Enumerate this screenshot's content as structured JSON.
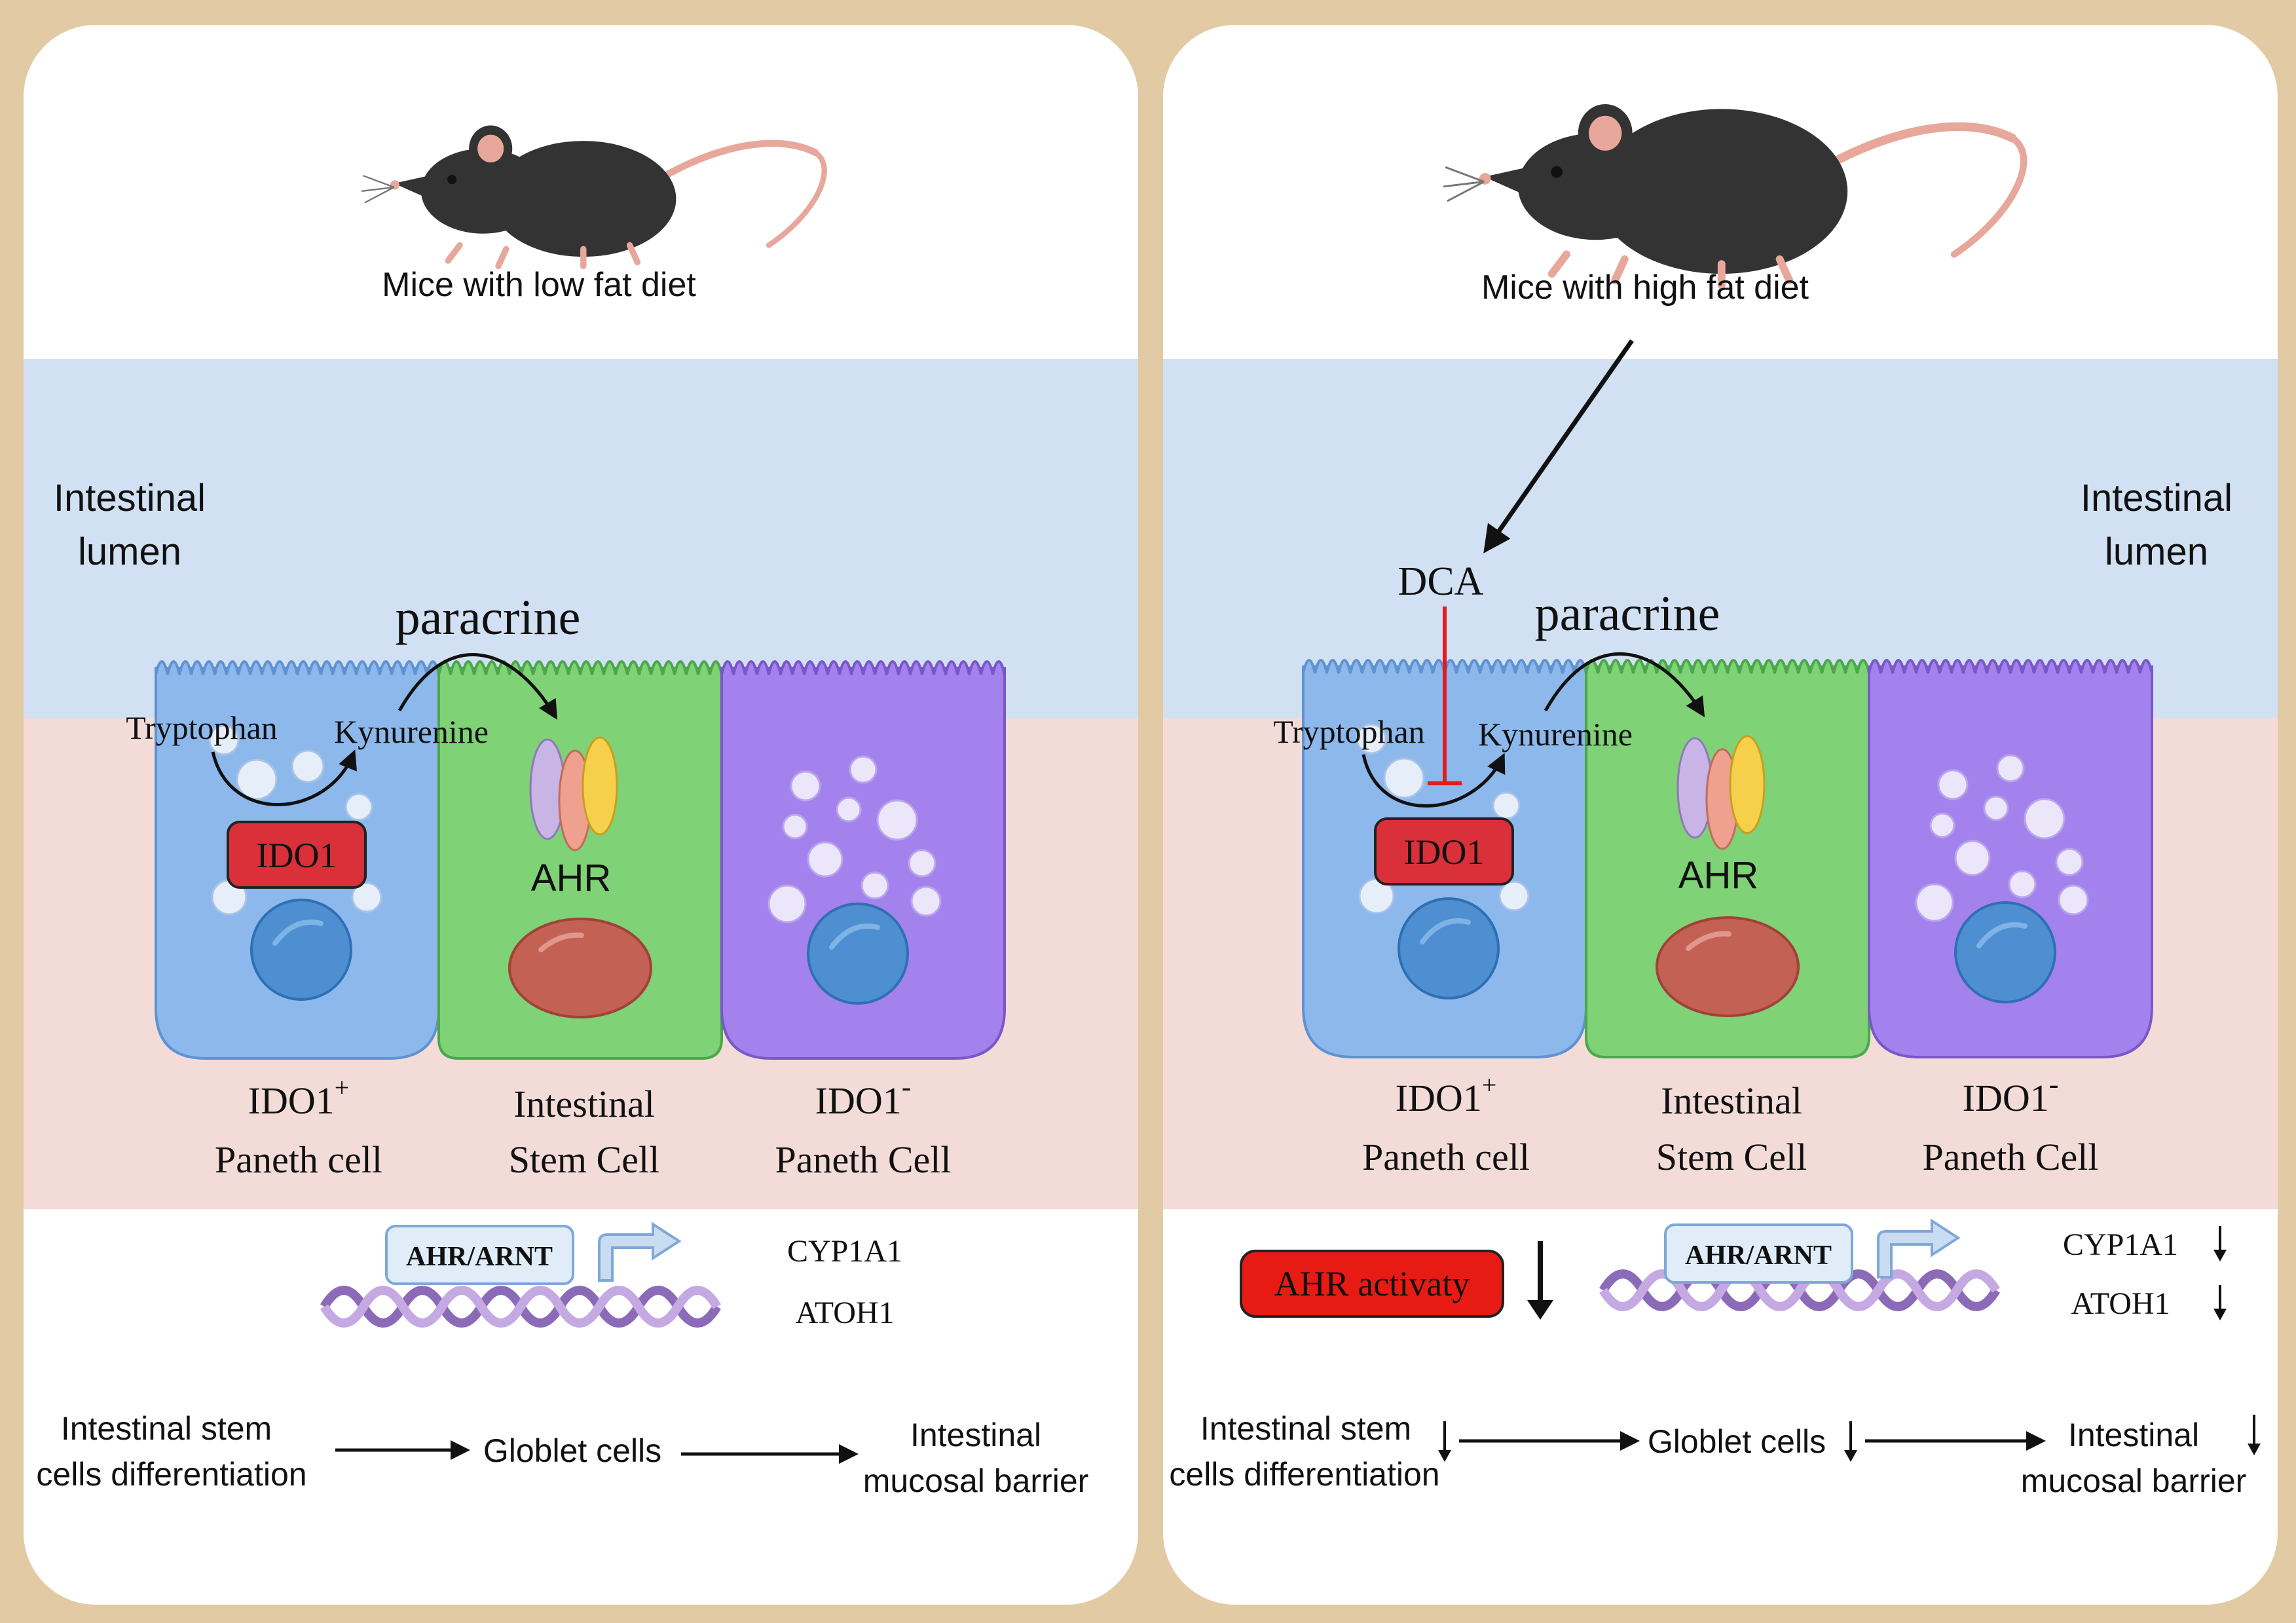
{
  "colors": {
    "background": "#e2cba4",
    "lumen": "#d1e1f3",
    "tissue": "#f3dcd8",
    "panel": "#ffffff",
    "ido1_positive_cell": "#8db8ec",
    "stem_cell": "#7fd276",
    "ido1_negative_cell": "#a482ee",
    "ido1_box": "#d9303a",
    "ahr_activity_box": "#e81a14",
    "inhibition_bar": "#e41a1c",
    "mouse": "#333333"
  },
  "panels": [
    {
      "id": "low-fat",
      "mouse_label": "Mice with low fat diet",
      "lumen_label": [
        "Intestinal",
        "lumen"
      ],
      "paracrine_label": "paracrine",
      "tryptophan_label": "Tryptophan",
      "kynurenine_label": "Kynurenine",
      "ido1_box_label": "IDO1",
      "ahr_label": "AHR",
      "cell_labels": {
        "ido1_pos": {
          "name": "IDO1",
          "sup": "+",
          "line2": "Paneth cell"
        },
        "stem": {
          "line1": "Intestinal",
          "line2": "Stem Cell"
        },
        "ido1_neg": {
          "name": "IDO1",
          "sup": "-",
          "line2": "Paneth Cell"
        }
      },
      "ahr_arnt_label": "AHR/ARNT",
      "genes": [
        "CYP1A1",
        "ATOH1"
      ],
      "flow": {
        "step1": [
          "Intestinal stem",
          "cells differentiation"
        ],
        "step2": "Globlet cells",
        "step3": [
          "Intestinal",
          "mucosal barrier"
        ]
      }
    },
    {
      "id": "high-fat",
      "mouse_label": "Mice with high fat diet",
      "lumen_label": [
        "Intestinal",
        "lumen"
      ],
      "dca_label": "DCA",
      "paracrine_label": "paracrine",
      "tryptophan_label": "Tryptophan",
      "kynurenine_label": "Kynurenine",
      "ido1_box_label": "IDO1",
      "ahr_label": "AHR",
      "cell_labels": {
        "ido1_pos": {
          "name": "IDO1",
          "sup": "+",
          "line2": "Paneth cell"
        },
        "stem": {
          "line1": "Intestinal",
          "line2": "Stem Cell"
        },
        "ido1_neg": {
          "name": "IDO1",
          "sup": "-",
          "line2": "Paneth Cell"
        }
      },
      "ahr_activity_label": "AHR activaty",
      "ahr_arnt_label": "AHR/ARNT",
      "genes": [
        "CYP1A1",
        "ATOH1"
      ],
      "flow": {
        "step1": [
          "Intestinal stem",
          "cells differentiation"
        ],
        "step2": "Globlet cells",
        "step3": [
          "Intestinal",
          "mucosal barrier"
        ]
      }
    }
  ]
}
